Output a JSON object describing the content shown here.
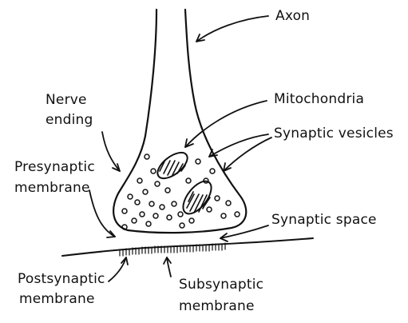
{
  "labels": {
    "axon": "Axon",
    "mitochondria": "Mitochondria",
    "nerve_ending": [
      "Nerve",
      "ending"
    ],
    "synaptic_vesicles": "Synaptic vesicles",
    "presynaptic_membrane": [
      "Presynaptic",
      "membrane"
    ],
    "synaptic_space": "Synaptic space",
    "postsynaptic_membrane": [
      "Postsynaptic",
      "membrane"
    ],
    "subsynaptic_membrane": [
      "Subsynaptic",
      "membrane"
    ]
  },
  "colors": {
    "ink": "#111111",
    "background": "#ffffff"
  }
}
